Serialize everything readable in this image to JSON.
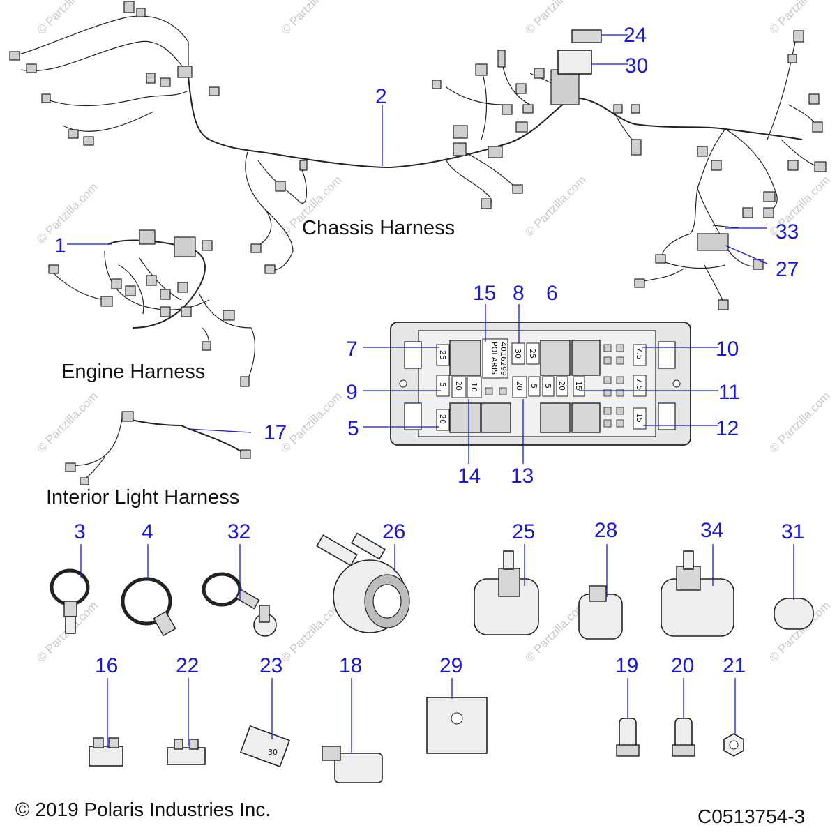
{
  "callouts": {
    "n1": "1",
    "n2": "2",
    "n3": "3",
    "n4": "4",
    "n5": "5",
    "n6": "6",
    "n7": "7",
    "n8": "8",
    "n9": "9",
    "n10": "10",
    "n11": "11",
    "n12": "12",
    "n13": "13",
    "n14": "14",
    "n15": "15",
    "n16": "16",
    "n17": "17",
    "n18": "18",
    "n19": "19",
    "n20": "20",
    "n21": "21",
    "n22": "22",
    "n23": "23",
    "n24": "24",
    "n25": "25",
    "n26": "26",
    "n27": "27",
    "n28": "28",
    "n29": "29",
    "n30": "30",
    "n31": "31",
    "n32": "32",
    "n33": "33",
    "n34": "34"
  },
  "headings": {
    "chassis": "Chassis Harness",
    "engine": "Engine Harness",
    "interior": "Interior Light Harness"
  },
  "fusebox": {
    "label_line1": "POLARIS",
    "label_line2": "4016299",
    "fuses": {
      "f25a": "25",
      "f5a": "5",
      "f20a": "20",
      "f20b": "20",
      "f10": "10",
      "f30": "30",
      "f25b": "25",
      "f20c": "20",
      "f5b": "5",
      "f5c": "5",
      "f20d": "20",
      "f15a": "15",
      "f75a": "7.5",
      "f75b": "7.5",
      "f15b": "15"
    }
  },
  "mini_fuse_label": "30",
  "watermark": "© Partzilla.com",
  "footer": {
    "copyright": "© 2019 Polaris Industries Inc.",
    "code": "C0513754-3"
  }
}
